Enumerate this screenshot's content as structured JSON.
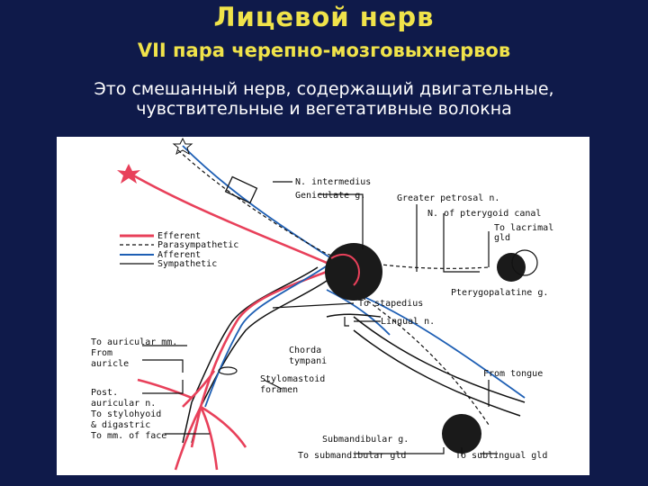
{
  "header": {
    "title": "Лицевой нерв",
    "subtitle": "VII пара черепно-мозговыхнервов",
    "description_line1": "Это смешанный нерв, содержащий двигательные,",
    "description_line2": "чувствительные и вегетативные волокна"
  },
  "legend": {
    "efferent": "Efferent",
    "parasympathetic": "Parasympathetic",
    "afferent": "Afferent",
    "sympathetic": "Sympathetic"
  },
  "labels": {
    "n_intermedius": "N. intermedius",
    "geniculate": "Geniculate g.",
    "greater_petrosal": "Greater petrosal n.",
    "pterygoid_canal": "N. of pterygoid canal",
    "lacrimal_1": "To lacrimal",
    "lacrimal_2": "gld",
    "pterygopalatine": "Pterygopalatine g.",
    "to_stapedius": "To stapedius",
    "lingual": "Lingual n.",
    "auricular_mm": "To auricular mm.",
    "from": "From",
    "auricle": "auricle",
    "chorda": "Chorda",
    "tympani": "tympani",
    "stylomastoid": "Stylomastoid",
    "foramen": "foramen",
    "from_tongue": "From tongue",
    "post": "Post.",
    "auricular_n": "auricular n.",
    "stylohyoid": "To stylohyoid",
    "digastric": "& digastric",
    "mm_face": "To mm. of face",
    "submandibular_g": "Submandibular g.",
    "to_submandibular": "To submandibular gld",
    "to_sublingual": "To sublingual gld"
  },
  "colors": {
    "background": "#0f1a4a",
    "title": "#f0e34a",
    "efferent": "#e8405a",
    "afferent": "#1e5fb4",
    "ganglion": "#1a1a1a"
  }
}
